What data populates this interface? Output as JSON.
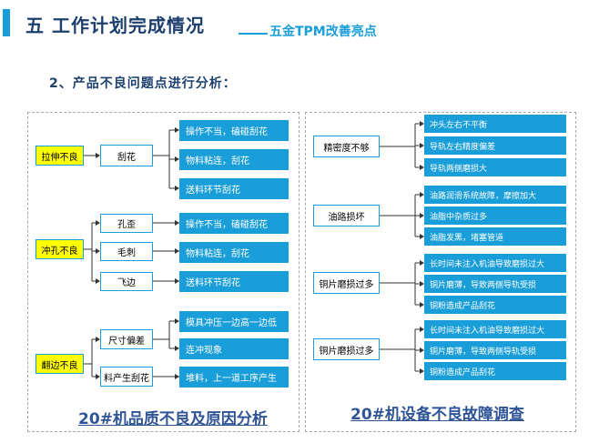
{
  "header": {
    "title": "五 工作计划完成情况",
    "subtitle_dash": "——",
    "subtitle": "五金TPM改善亮点"
  },
  "section": {
    "heading": "2、产品不良问题点进行分析："
  },
  "colors": {
    "accent": "#1a9ed9",
    "title": "#1c3f6e",
    "highlight": "#ffff00",
    "caption": "#2f5597"
  },
  "left_panel": {
    "caption": "20#机品质不良及原因分析",
    "groups": [
      {
        "defect": "拉伸不良",
        "items": [
          {
            "label": "刮花",
            "causes": [
              "操作不当，磕碰刮花",
              "物料粘连，刮花",
              "送料环节刮花"
            ]
          }
        ]
      },
      {
        "defect": "冲孔不良",
        "items": [
          {
            "label": "孔歪",
            "causes": [
              "操作不当，磕碰刮花"
            ]
          },
          {
            "label": "毛刺",
            "causes": [
              "物料粘连，刮花"
            ]
          },
          {
            "label": "飞边",
            "causes": [
              "送料环节刮花"
            ]
          }
        ]
      },
      {
        "defect": "翻边不良",
        "items": [
          {
            "label": "尺寸偏差",
            "causes": [
              "模具冲压一边高一边低",
              "连冲现象"
            ]
          },
          {
            "label": "料产生刮花",
            "causes": [
              "堆料，上一道工序产生"
            ]
          }
        ]
      }
    ]
  },
  "right_panel": {
    "caption": "20#机设备不良故障调查",
    "groups": [
      {
        "fault": "精密度不够",
        "causes": [
          "冲头左右不平衡",
          "导轨左右精度偏差",
          "导轨两侧磨损大"
        ]
      },
      {
        "fault": "油路损坏",
        "causes": [
          "油路润滑系统故障，摩擦加大",
          "油脂中杂质过多",
          "油脂发黑，堵塞管道"
        ]
      },
      {
        "fault": "铜片磨损过多",
        "causes": [
          "长时间未注入机油导致磨损过大",
          "铜片磨薄，导致两侧导轨受损",
          "铜粉造成产品刮花"
        ]
      },
      {
        "fault": "铜片磨损过多",
        "causes": [
          "长时间未注入机油导致磨损过大",
          "铜片磨薄，导致两侧导轨受损",
          "铜粉造成产品刮花"
        ]
      }
    ]
  }
}
